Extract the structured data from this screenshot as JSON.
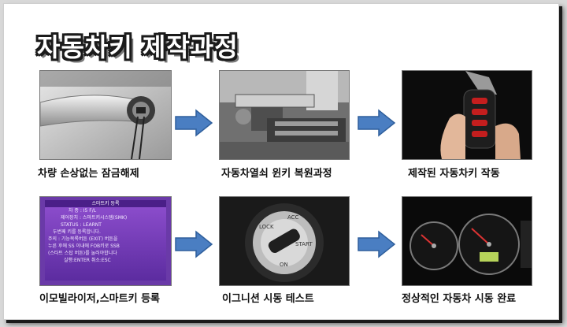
{
  "title": "자동차키 제작과정",
  "steps": [
    {
      "caption": "차량 손상없는 잠금해제",
      "image": "door-lock-unlocking-photo"
    },
    {
      "caption": "자동차열쇠 윈키 복원과정",
      "image": "key-cutting-machine-photo"
    },
    {
      "caption": "제작된 자동차키 작동",
      "image": "smart-key-in-hand-photo"
    },
    {
      "caption": "이모빌라이저,스마트키 등록",
      "image": "diagnostic-scanner-screen-photo"
    },
    {
      "caption": "이그니션 시동 테스트",
      "image": "ignition-lock-photo"
    },
    {
      "caption": "정상적인 자동차 시동 완료",
      "image": "dashboard-gauges-photo"
    }
  ],
  "scanner_screen": {
    "header": "스마트키 등록",
    "lines": [
      "차 종 : I5 F/L",
      "제어장치 : 스마트키시스템(SMK)",
      "STATUS : LEARNT",
      "두번째 키를 등록합니다.",
      "주의 : 기능목록버튼 (EXIT) 버튼을",
      "누른 후에 SS 이내에 FOB키로 SSB",
      "(스타트 스탑 버튼)를 눌러야합니다",
      "실행:ENTER     취소:ESC"
    ]
  },
  "ignition_labels": {
    "lock": "LOCK",
    "acc": "ACC",
    "start": "START",
    "on": "ON"
  },
  "colors": {
    "arrow": "#4a7ec2",
    "arrow_edge": "#2f5f9c",
    "title_fill": "#ffffff",
    "title_outline": "#1b1b1b"
  }
}
